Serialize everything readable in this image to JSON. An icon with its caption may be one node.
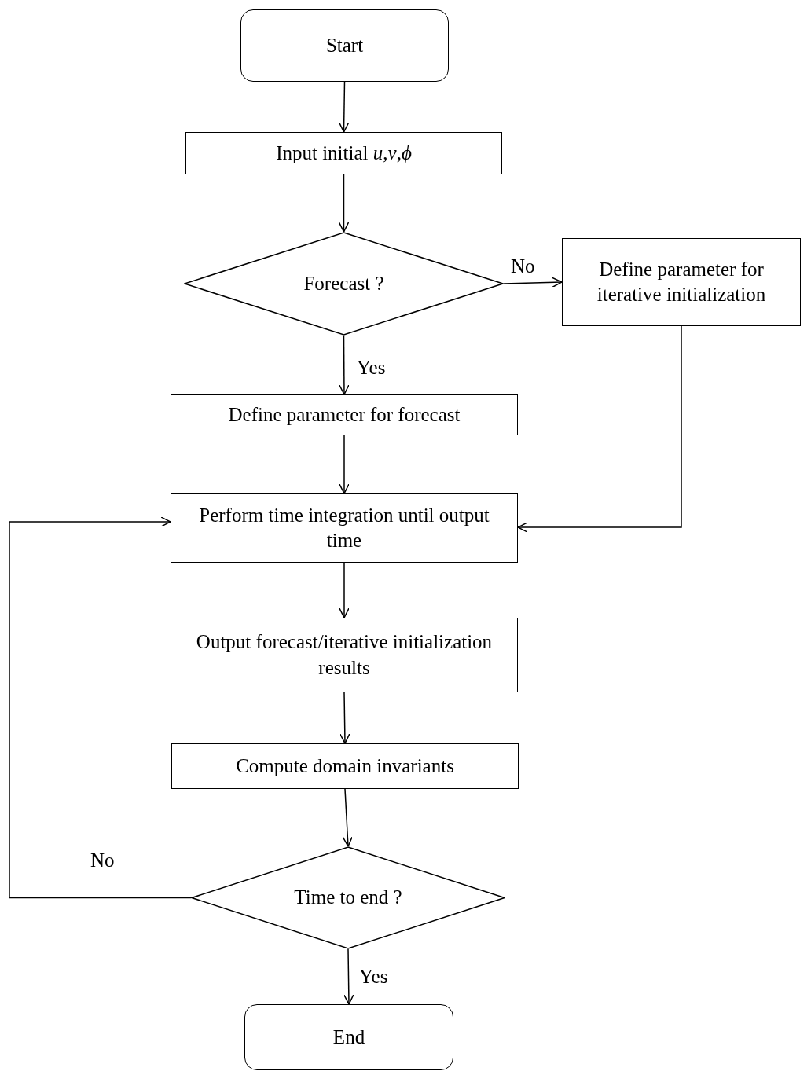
{
  "diagram": {
    "nodes": [
      {
        "text": [
          "Start"
        ]
      },
      {
        "text": [
          "Input initial *u*,*v*,*ϕ*"
        ]
      },
      {
        "text": [
          "Forecast ?"
        ]
      },
      {
        "text": [
          "Define parameter for iterative initialization"
        ]
      },
      {
        "text": [
          "Define parameter for forecast"
        ]
      },
      {
        "text": [
          "Perform time integration until output time"
        ]
      },
      {
        "text": [
          "Output forecast/iterative initialization results"
        ]
      },
      {
        "text": [
          "Compute domain invariants"
        ]
      },
      {
        "text": [
          "Time to end ?"
        ]
      },
      {
        "text": [
          "End"
        ]
      }
    ],
    "edges": [
      {
        "from": 0,
        "to": 1,
        "arrow": "to"
      },
      {
        "from": 1,
        "to": 2,
        "arrow": "to"
      },
      {
        "from": 2,
        "to": 3,
        "arrow": "to",
        "label": "No"
      },
      {
        "from": 2,
        "to": 4,
        "arrow": "to",
        "label": "Yes"
      },
      {
        "from": 4,
        "to": 5,
        "arrow": "to"
      },
      {
        "from": 3,
        "to": 5,
        "arrow": "to"
      },
      {
        "from": 5,
        "to": 6,
        "arrow": "to"
      },
      {
        "from": 6,
        "to": 7,
        "arrow": "to"
      },
      {
        "from": 7,
        "to": 8,
        "arrow": "to"
      },
      {
        "from": 8,
        "to": 5,
        "arrow": "to",
        "label": "No"
      },
      {
        "from": 8,
        "to": 9,
        "arrow": "to",
        "label": "Yes"
      }
    ]
  }
}
